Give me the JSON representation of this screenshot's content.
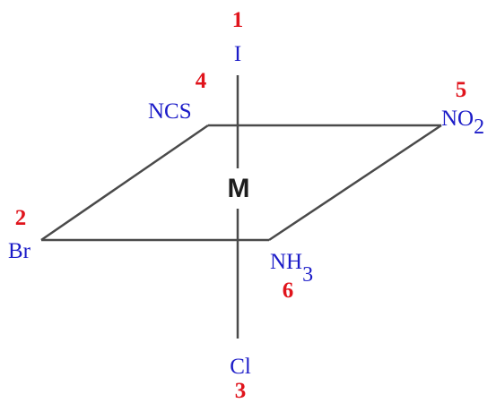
{
  "colors": {
    "ligand": "#1c1cc8",
    "number": "#e0141c",
    "line": "#4a4a4a",
    "metal": "#1e1e1e"
  },
  "metal": {
    "label": "M"
  },
  "ligands": {
    "top": {
      "number": "1",
      "symbol": "I"
    },
    "left": {
      "number": "2",
      "symbol": "Br"
    },
    "bottom": {
      "number": "3",
      "symbol": "Cl"
    },
    "back_left": {
      "number": "4",
      "symbol": "NCS"
    },
    "back_right": {
      "number": "5",
      "symbol": "NO",
      "subscript": "2"
    },
    "front_right": {
      "number": "6",
      "symbol": "NH",
      "subscript": "3"
    }
  }
}
